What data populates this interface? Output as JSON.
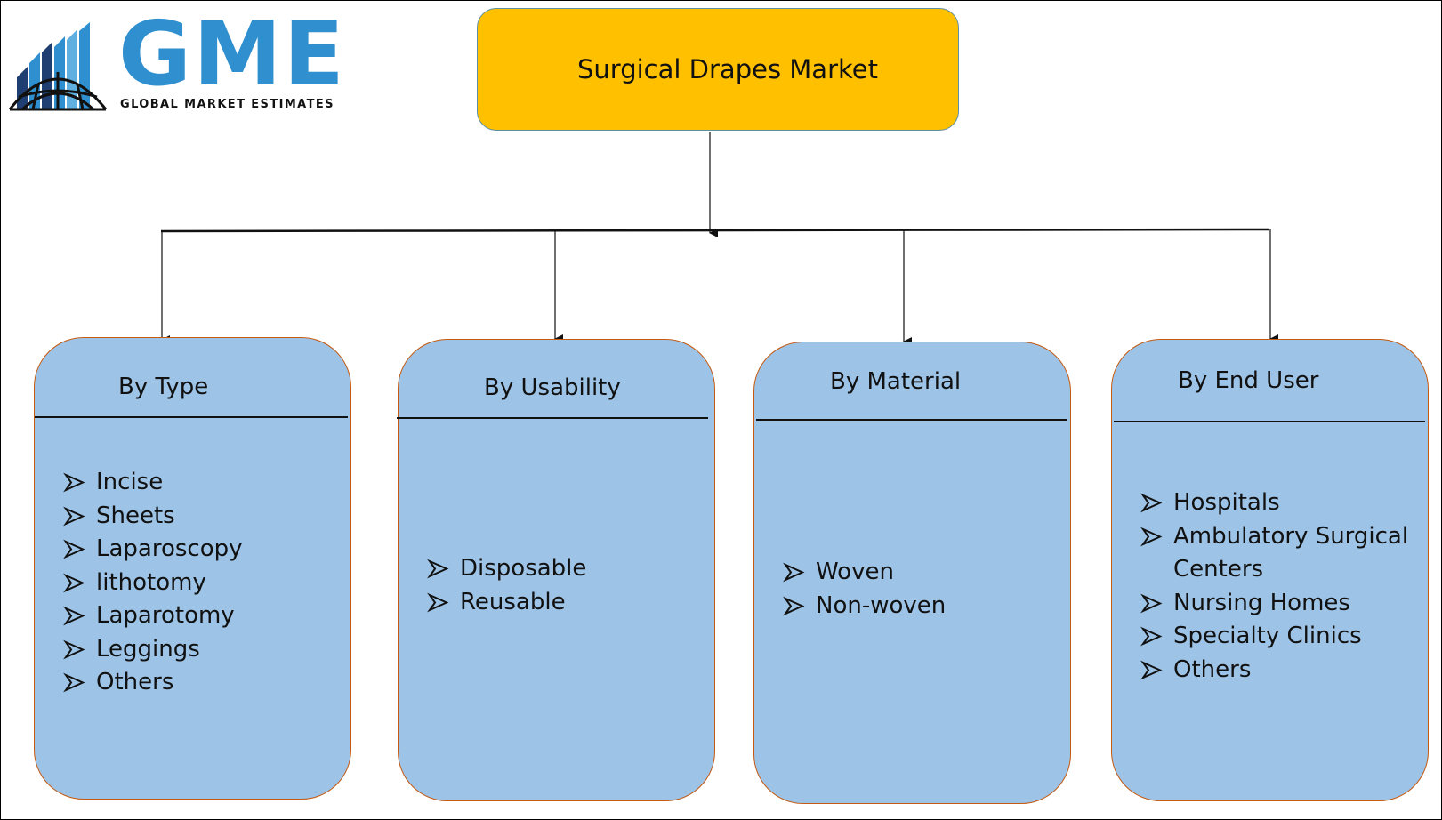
{
  "logo": {
    "wordmark": "GME",
    "tagline": "GLOBAL MARKET ESTIMATES",
    "colors": {
      "blue": "#2f8fcf",
      "dark": "#1f3f73",
      "black": "#111111"
    }
  },
  "root": {
    "title": "Surgical Drapes Market",
    "fill": "#ffc000"
  },
  "categories": [
    {
      "heading": "By Type",
      "items": [
        "Incise",
        "Sheets",
        "Laparoscopy",
        "lithotomy",
        "Laparotomy",
        "Leggings",
        "Others"
      ]
    },
    {
      "heading": "By Usability",
      "items": [
        "Disposable",
        "Reusable"
      ]
    },
    {
      "heading": "By Material",
      "items": [
        "Woven",
        "Non-woven"
      ]
    },
    {
      "heading": "By End User",
      "items": [
        "Hospitals",
        "Ambulatory Surgical Centers",
        "Nursing Homes",
        "Specialty Clinics",
        "Others"
      ]
    }
  ],
  "colors": {
    "category_fill": "#9dc3e6",
    "category_border": "#c55a11",
    "connector": "#111111"
  }
}
